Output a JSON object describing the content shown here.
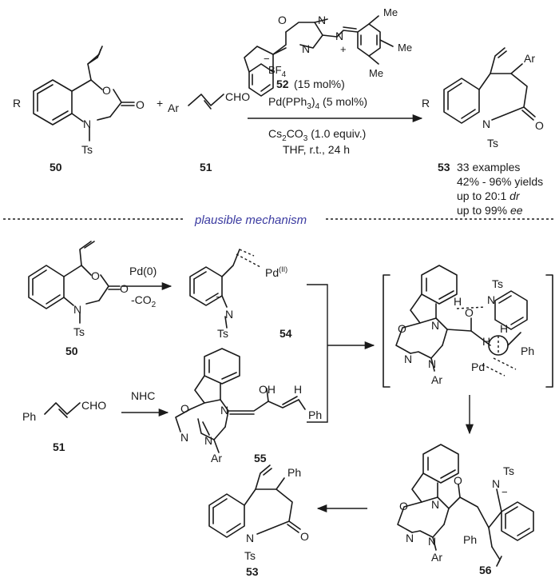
{
  "compounds": {
    "c50": "50",
    "c51": "51",
    "c52": "52",
    "c53": "53",
    "c54": "54",
    "c55": "55",
    "c56": "56"
  },
  "atoms": {
    "R": "R",
    "O": "O",
    "N": "N",
    "Ts": "Ts",
    "Ar": "Ar",
    "Ph": "Ph",
    "CHO": "CHO",
    "Me": "Me",
    "BF4": "BF",
    "BF4_sub": "4",
    "OH": "OH",
    "H": "H",
    "Pd": "Pd",
    "Pd_II": "Pd",
    "Pd_II_sup": "(II)",
    "plus": "+",
    "minus": "−"
  },
  "top_conditions": {
    "catalyst": "(15 mol%)",
    "pd": "Pd(PPh",
    "pd_sub3": "3",
    "pd_close": ")",
    "pd_sub4": "4",
    "pd_load": "(5 mol%)",
    "base": "Cs",
    "base_sub2": "2",
    "base_rest": "CO",
    "base_sub3": "3",
    "base_equiv": "(1.0 equiv.)",
    "solvent": "THF, r.t., 24 h"
  },
  "results": {
    "examples": "33 examples",
    "yields": "42% - 96% yields",
    "dr_prefix": "up to 20:1",
    "dr": "dr",
    "ee_prefix": "up to 99%",
    "ee": "ee"
  },
  "mechanism": {
    "title": "plausible mechanism",
    "step1_reagent": "Pd(0)",
    "step1_loss": "-CO",
    "step1_loss_sub": "2",
    "step2_reagent": "NHC"
  }
}
